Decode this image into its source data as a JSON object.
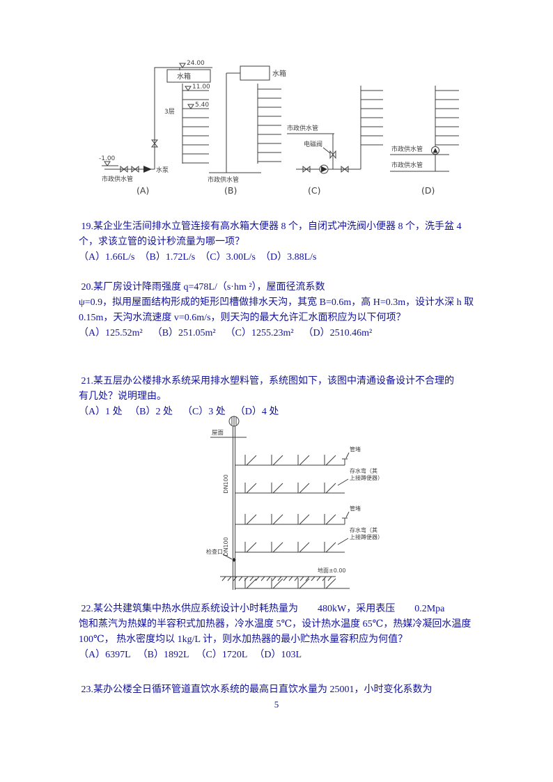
{
  "page": {
    "number": "5"
  },
  "top_diagrams": {
    "a": {
      "label": "(A)",
      "elev_24": "24.00",
      "tank": "水箱",
      "elev_11": "11.00",
      "elev_5": "5.40",
      "floor3": "3层",
      "elev_neg1": "-1.00",
      "pump": "水泵",
      "supply": "市政供水管"
    },
    "b": {
      "label": "(B)",
      "tank": "水箱",
      "supply": "市政供水管"
    },
    "c": {
      "label": "(C)",
      "supply": "市政供水管",
      "solenoid": "电磁阀"
    },
    "d": {
      "label": "(D)",
      "supply1": "市政供水管",
      "supply2": "市政供水管"
    }
  },
  "q19": {
    "l1": " 19.某企业生活间排水立管连接有高水箱大便器 8 个，自闭式冲洗阀小便器 8 个，洗手盆 4",
    "l2": "个，求该立管的设计秒流量为哪一项？",
    "l3": "（A）1.66L/s  （B）1.72L/s  （C）3.00L/s  （D）3.88L/s"
  },
  "q20": {
    "l1": " 20.某厂房设计降雨强度 q=478L/（s·hm ²），屋面径流系数",
    "l2": "ψ=0.9，拟用屋面结构形成的矩形凹槽做排水天沟，其宽 B=0.6m，高 H=0.3m，设计水深 h 取",
    "l3": "0.15m，天沟水流速度 v=0.6m/s，则天沟的最大允许汇水面积应为以下何项？",
    "l4": "（A）125.52m²    （B）251.05m²    （C）1255.23m²    （D）2510.46m²"
  },
  "q21": {
    "l1": " 21.某五层办公楼排水系统采用排水塑料管，系统图如下，该图中清通设备设计不合理的",
    "l2": "有几处？说明理由。",
    "l3": "（A）1 处   （B）2 处    （C）3 处    （D）4 处"
  },
  "drain_diagram": {
    "roof": "屋面",
    "dn_upper": "DN100",
    "dn_lower": "DN100",
    "plug_upper": "管堵",
    "trap_upper_1": "存水弯（其",
    "trap_upper_2": "上接蹲便器）",
    "plug_lower": "管堵",
    "trap_lower_1": "存水弯（其",
    "trap_lower_2": "上接蹲便器）",
    "access": "检查口",
    "ground": "地面±0.00"
  },
  "q22": {
    "l1": " 22.某公共建筑集中热水供应系统设计小时耗热量为        480kW，采用表压        0.2Mpa",
    "l2": "饱和蒸汽为热媒的半容积式加热器，冷水温度 5℃，设计热水温度 65℃，热媒冷凝回水温度",
    "l3": "100℃， 热水密度均以 1kg/L 计，则水加热器的最小贮热水量容积应为何值？",
    "l4": "（A）6397L   （B）1892L   （C）1720L   （D）103L"
  },
  "q23": {
    "l1": " 23.某办公楼全日循环管道直饮水系统的最高日直饮水量为 25001，小时变化系数为"
  }
}
